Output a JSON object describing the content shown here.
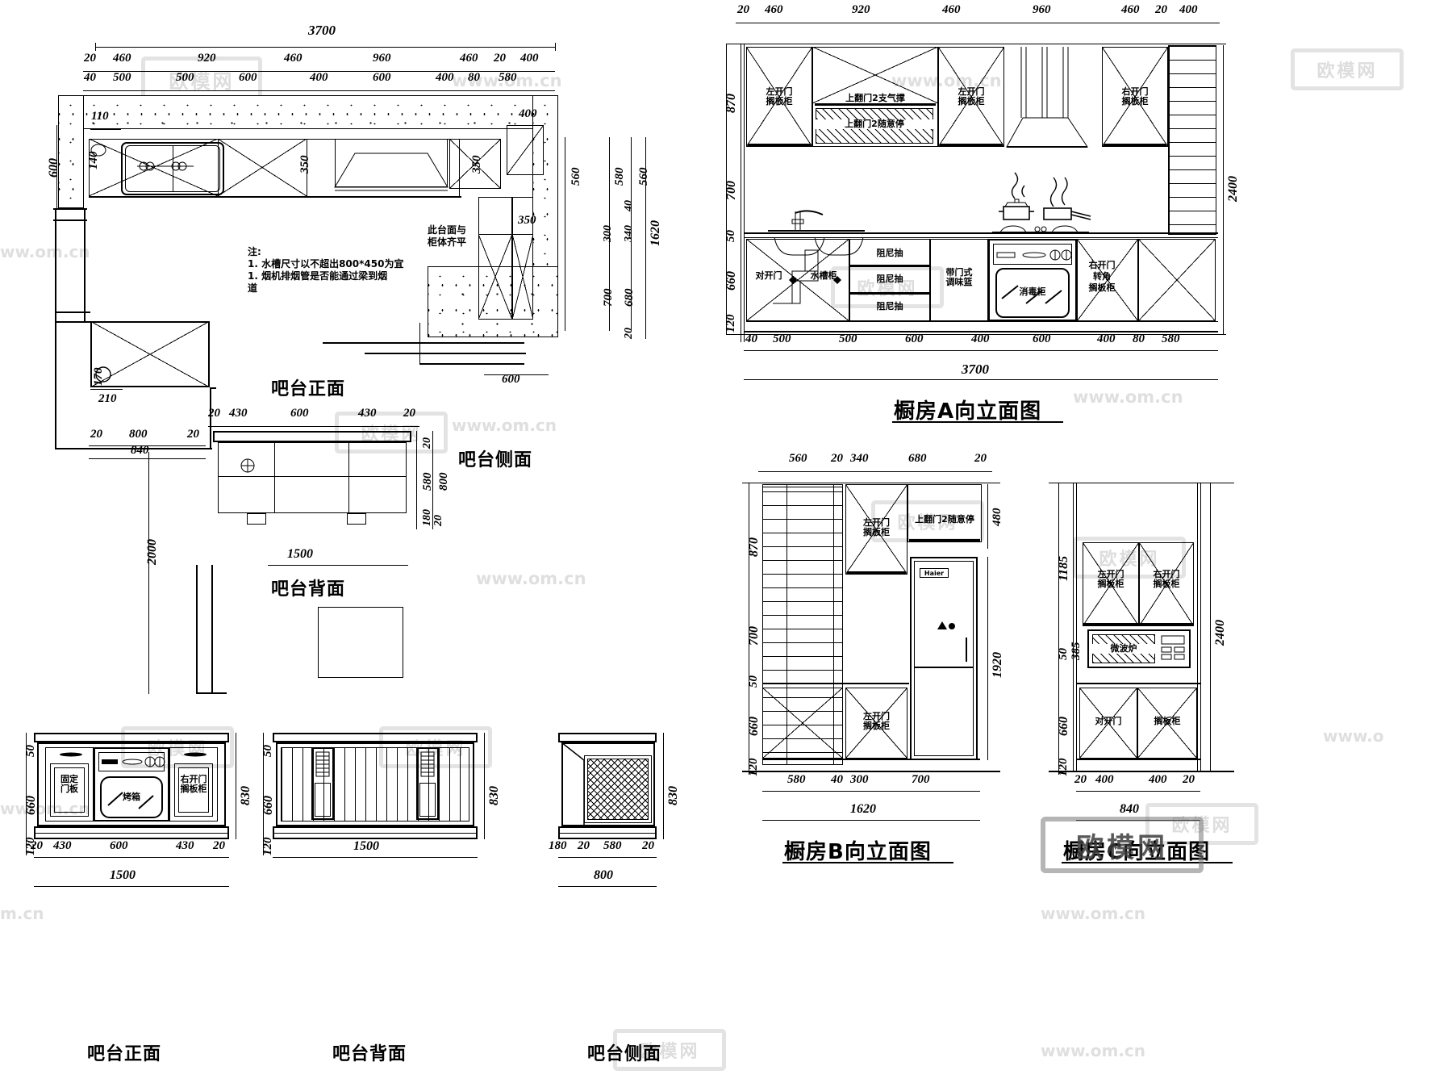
{
  "drawing": {
    "type": "cad-kitchen-cabinet-elevation-set",
    "watermarks": [
      "欧模网",
      "www.om.cn",
      "www.om.cn"
    ]
  },
  "plan": {
    "title": "吧台正面",
    "overall_width": "3700",
    "dims_top_row1": [
      "20",
      "460",
      "920",
      "460",
      "960",
      "460",
      "20",
      "400"
    ],
    "dims_top_row2": [
      "40",
      "500",
      "500",
      "600",
      "400",
      "600",
      "400",
      "80",
      "580"
    ],
    "dims_left": [
      "600",
      "140",
      "110"
    ],
    "dims_inner": [
      "350",
      "350",
      "350",
      "400",
      "560",
      "580",
      "560",
      "300",
      "340",
      "40",
      "20",
      "1620",
      "700",
      "680",
      "20"
    ],
    "dims_bottom_left": [
      "170",
      "210",
      "2000",
      "840",
      "800",
      "20",
      "20"
    ],
    "note_title": "注:",
    "note_lines": [
      "1. 水槽尺寸以不超出800*450为宜",
      "1. 烟机排烟管是否能通过梁到烟",
      "道"
    ],
    "callout": "此台面与\n柜体齐平",
    "callout_l1": "此台面与",
    "callout_l2": "柜体齐平",
    "bar_dims_600": "600"
  },
  "bar_side": {
    "title": "吧台侧面",
    "dims_top": [
      "20",
      "430",
      "600",
      "430",
      "20"
    ],
    "dims_right": [
      "20",
      "580",
      "800",
      "180",
      "20"
    ],
    "dims_bottom": [
      "1500"
    ]
  },
  "bar_back": {
    "title": "吧台背面"
  },
  "elevA": {
    "title": "橱房A向立面图",
    "dims_top": [
      "20",
      "460",
      "920",
      "460",
      "960",
      "460",
      "20",
      "400"
    ],
    "dims_bottom": [
      "40",
      "500",
      "500",
      "600",
      "400",
      "600",
      "400",
      "80",
      "580"
    ],
    "total_width": "3700",
    "dims_left": [
      "870",
      "700",
      "50",
      "660",
      "120"
    ],
    "dims_right": [
      "2400"
    ],
    "labels": {
      "upper_left_cab": "左开门\n搁板柜",
      "upper_left_cab_l1": "左开门",
      "upper_left_cab_l2": "搁板柜",
      "flip_door_gas": "上翻门2支气撑",
      "flip_door_stop": "上翻门2随意停",
      "upper_mid_cab_l1": "左开门",
      "upper_mid_cab_l2": "搁板柜",
      "upper_right_cab_l1": "右开门",
      "upper_right_cab_l2": "搁板柜",
      "base_double_door": "对开门",
      "sink_cabinet": "水槽柜",
      "drawer1": "阻尼抽",
      "drawer2": "阻尼抽",
      "drawer3": "阻尼抽",
      "spice_basket_l1": "带门式",
      "spice_basket_l2": "调味篮",
      "sterilizer": "消毒柜",
      "corner_cab_l1": "右开门",
      "corner_cab_l2": "转角",
      "corner_cab_l3": "搁板柜"
    }
  },
  "elevB": {
    "title": "橱房B向立面图",
    "dims_top": [
      "560",
      "20",
      "340",
      "680",
      "20"
    ],
    "dims_left": [
      "870",
      "700",
      "50",
      "660",
      "120"
    ],
    "dims_right": [
      "480",
      "1920"
    ],
    "dims_bottom": [
      "580",
      "40",
      "300",
      "700"
    ],
    "total_width": "1620",
    "labels": {
      "upper_cab_l1": "左开门",
      "upper_cab_l2": "搁板柜",
      "flip_door_stop": "上翻门2随意停",
      "lower_cab_l1": "左开门",
      "lower_cab_l2": "搁板柜",
      "fridge_brand": "Haier"
    }
  },
  "elevC": {
    "title": "橱房C向立面图",
    "dims_left": [
      "1185",
      "50",
      "385",
      "660",
      "120"
    ],
    "dims_right": [
      "2400"
    ],
    "dims_bottom": [
      "20",
      "400",
      "400",
      "20"
    ],
    "total_width": "840",
    "labels": {
      "upper_left_l1": "左开门",
      "upper_left_l2": "搁板柜",
      "upper_right_l1": "右开门",
      "upper_right_l2": "搁板柜",
      "microwave": "微波炉",
      "base_left": "对开门",
      "base_right": "搁板柜"
    }
  },
  "barFront": {
    "title": "吧台正面",
    "dims_left": [
      "50",
      "660",
      "120"
    ],
    "dims_right": [
      "830"
    ],
    "dims_bottom": [
      "20",
      "430",
      "600",
      "430",
      "20"
    ],
    "total_width": "1500",
    "labels": {
      "fixed_panel_l1": "固定",
      "fixed_panel_l2": "门板",
      "oven": "烤箱",
      "right_door_l1": "右开门",
      "right_door_l2": "搁板柜"
    }
  },
  "barBack": {
    "title": "吧台背面",
    "dims_left": [
      "50",
      "660",
      "120"
    ],
    "dims_right": [
      "830"
    ],
    "total_width": "1500"
  },
  "barSideB": {
    "title": "吧台侧面",
    "dims_right": [
      "830"
    ],
    "dims_bottom": [
      "180",
      "20",
      "580",
      "20"
    ],
    "total_width": "800"
  }
}
